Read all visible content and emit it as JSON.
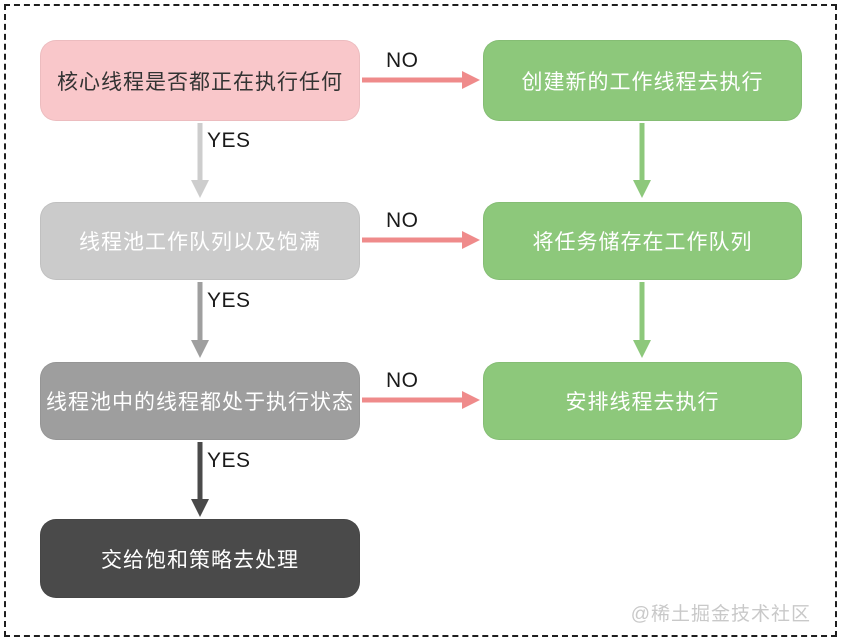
{
  "diagram": {
    "type": "flowchart",
    "nodes": [
      {
        "id": "q-core-threads-busy",
        "label": "核心线程是否都正在执行任何",
        "style": "pink"
      },
      {
        "id": "create-worker-thread",
        "label": "创建新的工作线程去执行",
        "style": "green"
      },
      {
        "id": "q-work-queue-full",
        "label": "线程池工作队列以及饱满",
        "style": "lightgray"
      },
      {
        "id": "store-task-in-queue",
        "label": "将任务储存在工作队列",
        "style": "green"
      },
      {
        "id": "q-all-threads-running",
        "label": "线程池中的线程都处于执行状态",
        "style": "gray"
      },
      {
        "id": "schedule-thread-run",
        "label": "安排线程去执行",
        "style": "green"
      },
      {
        "id": "saturation-policy",
        "label": "交给饱和策略去处理",
        "style": "dark"
      }
    ],
    "edges": [
      {
        "from": "q-core-threads-busy",
        "to": "create-worker-thread",
        "label": "NO"
      },
      {
        "from": "q-core-threads-busy",
        "to": "q-work-queue-full",
        "label": "YES"
      },
      {
        "from": "create-worker-thread",
        "to": "store-task-in-queue",
        "label": ""
      },
      {
        "from": "q-work-queue-full",
        "to": "store-task-in-queue",
        "label": "NO"
      },
      {
        "from": "q-work-queue-full",
        "to": "q-all-threads-running",
        "label": "YES"
      },
      {
        "from": "store-task-in-queue",
        "to": "schedule-thread-run",
        "label": ""
      },
      {
        "from": "q-all-threads-running",
        "to": "schedule-thread-run",
        "label": "NO"
      },
      {
        "from": "q-all-threads-running",
        "to": "saturation-policy",
        "label": "YES"
      }
    ],
    "edge_labels": {
      "yes": "YES",
      "no": "NO"
    }
  },
  "watermark": "@稀土掘金技术社区",
  "colors": {
    "node_pink": "#f9c7ca",
    "node_green": "#8dc87b",
    "node_lightgray": "#cbcbcb",
    "node_gray": "#9e9e9e",
    "node_dark": "#4a4a4a",
    "arrow_red": "#ef8b8b",
    "arrow_lightgray": "#cdcdcd",
    "arrow_gray": "#9f9f9f",
    "arrow_dark": "#4a4a4a",
    "arrow_green": "#8dc87b",
    "label_text": "#1a1a1a",
    "pink_text": "#333333",
    "white_text": "#ffffff",
    "watermark_text": "#c9c9c9",
    "border": "#1f1f1f"
  }
}
